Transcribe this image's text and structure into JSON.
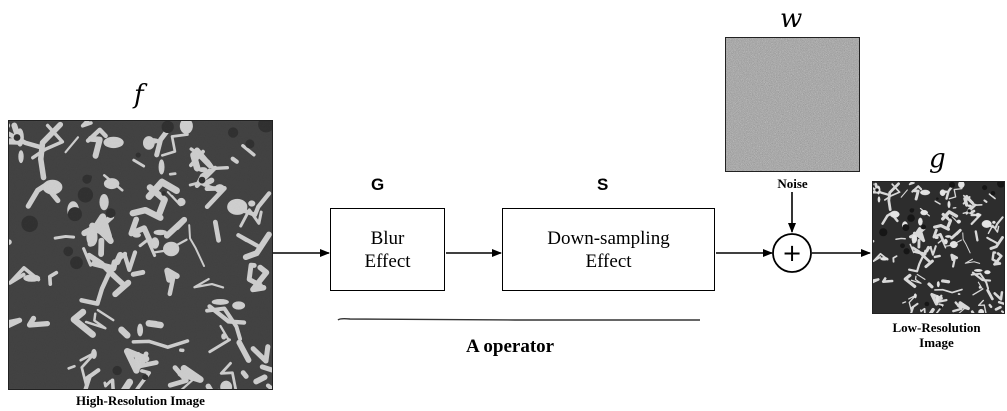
{
  "symbols": {
    "f": "f",
    "w": "w",
    "g": "g"
  },
  "operators": {
    "G": "G",
    "S": "S"
  },
  "boxes": {
    "blur": "Blur\nEffect",
    "downsample": "Down-sampling\nEffect"
  },
  "labels": {
    "high_res": "High-Resolution Image",
    "noise": "Noise",
    "low_res": "Low-Resolution\nImage",
    "a_operator": "A operator"
  },
  "sum_symbol": "+",
  "colors": {
    "microstructure_dark": "#2a2a2a",
    "microstructure_light": "#e6e6e6",
    "noise_base": "#8c8c8c"
  }
}
